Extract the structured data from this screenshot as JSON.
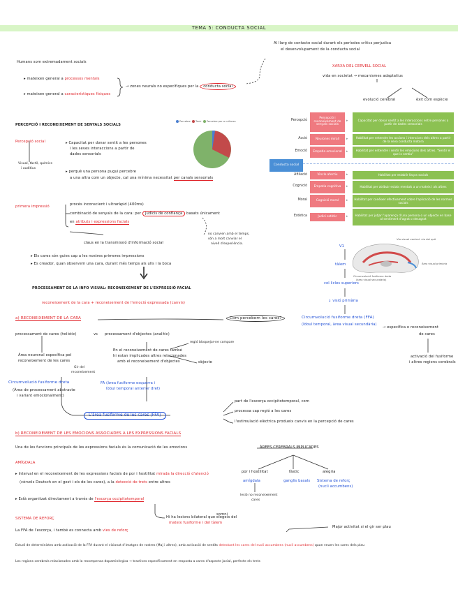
{
  "title": "TEMA 5: CONDUCTA SOCIAL",
  "top": {
    "humans": "Humans som extremadament socials",
    "b1_pre": "▸ mateixen general a",
    "b1_red": "processos mentals",
    "b2_pre": "▸ mateixen general a",
    "b2_red": "característiques físiques",
    "arrow_text": "→ zones neurals no específiques per la",
    "circled": "conducta social",
    "right1": "Al llarg de contacte social durant els períodes crítics perjudica",
    "right2": "el desenvolupament de la conducta social",
    "cervell": "XARXA DEL CERVELL SOCIAL",
    "vida": "vida en societat → mecanismes adaptatius",
    "evol": "evolució cerebral",
    "exit": "èxit com espècie"
  },
  "percep": {
    "heading": "PERCEPCIÓ I RECONEIXEMENT DE SENYALS SOCIALS",
    "label": "Percepció social",
    "p1": "▸ Capacitat per donar sentit a les persones",
    "p2": "i les seves interaccions a partir de",
    "p3": "dades sensorials",
    "p4": "▸ perquè una persona pugui percebre",
    "p5": "a una altra com un objecte, cal una mínima necessitat",
    "p5u": "per canals sensorials",
    "vis": "Visual, tàctil, químics",
    "vis2": "i auditius"
  },
  "pie": {
    "legend": [
      "Percebre",
      "Tenir",
      "Percebre per a cultures"
    ],
    "colors": [
      "#4a7fd0",
      "#c24a4a",
      "#7fb26a"
    ]
  },
  "table": {
    "rows": [
      {
        "label": "Percepció",
        "mid": "Percepció i reconeixement de senyals socials",
        "desc": "Capacitat per donar sentit a les interaccions entre persones a partir de dades sensorials"
      },
      {
        "label": "Acció",
        "mid": "Neurones mirall",
        "desc": "Habilitat per entendre les accions i intencions dels altres a partir de la seva conducta motora"
      },
      {
        "label": "Emoció",
        "mid": "Empatia emocional",
        "desc": "Habilitat per entendre i sentir les emocions dels altres. \"Sentir el que ix sentiu\""
      },
      {
        "label": "Afiliació",
        "mid": "Vincle afectiu",
        "desc": "Habilitat per establir llaços socials"
      },
      {
        "label": "Cognició",
        "mid": "Empatia cognitiva",
        "desc": "Habilitat per atribuir estats mentals a un mateix i als altres"
      },
      {
        "label": "Moral",
        "mid": "Cognició moral",
        "desc": "Habilitat per conèixer efectivament sobre l'aplicació de les normes socials"
      },
      {
        "label": "Estètica",
        "mid": "Judici estètic",
        "desc": "Habilitat per jutjar l'aparença d'una persona o un objecte en base al sentiment d'agrat o desagrat"
      }
    ],
    "center": "Conducta social"
  },
  "rostre": {
    "label": "primera impressió",
    "r1": "procés inconscient i ultraràpid (400ms)",
    "r2": "combinació de senyals de la cara: per",
    "r2box": "judicis de confiança",
    "r2b": "basats únicament",
    "r3": "en",
    "r3u": "atributs i expressions facials",
    "note1": "no canvien amb el temps,",
    "note2": "són a molt canviar el",
    "note3": "nivell d'experiència.",
    "claus": "claus en la transmissió d'informació social",
    "c1": "▸ Els cares són guies cap a les nostres primeres impressions",
    "c2": "▸ Es creador, quan observem una cara, durant més temps als ulls i la boca"
  },
  "proc": {
    "heading": "PROCESSAMENT DE LA INFO VISUAL: RECONEIXEMENT DE L'EXPRESSIÓ FACIAL",
    "sub": "reconeixement de la cara + reconeixement de l'emoció expressada (canvis)",
    "a": "a) RECONEIXEMENT DE LA CARA",
    "q": "Com percebem les cares?",
    "h1": "processament de cares (holístic)",
    "vs": "vs",
    "h2": "processament d'objectes (analític)",
    "g1": "Àrea neuronal específica pel",
    "g2": "reconeixement de les cares",
    "g3": "En el reconeixement de cares també",
    "g4": "hi estan implicades altres relacionades",
    "g5": "amb el reconeixement d'objectes",
    "side1": "regió bloquejar-ne compare",
    "objecte": "objecte",
    "gir": "Gir del",
    "girb": "reconeixement",
    "fus": "Circumvolució fusiforme dreta",
    "fus2": "(Àrea de processament abstracte",
    "fus3": "i variant emocionalment)",
    "ffa2": "FA (àrea fusiforme esquerra i",
    "ffa3": "lòbul temporal anterior dret)",
    "ffa": "L'àrea fusiforme de les cares (FFA)",
    "f1": "part de l'escorça occipitotemporal, com",
    "f2": "processa cap regió a les cares",
    "f3": "l'estimulació elèctrica produeix canvis en la percepció de cares"
  },
  "brain": {
    "caption1": "Via visual ventral: via del què",
    "caption2": "Àrea visual primària",
    "caption3": "Circumvolució fusiforme dreta",
    "caption4": "(àrea visual secundària)",
    "v1": "V1",
    "talem": "tàlem",
    "coll": "col·licles superiors",
    "via": "↓ visió primària",
    "cfd": "Circumvolució fusiforme dreta (FFA)",
    "lobul": "(lòbul temporal, àrea visual secundària)",
    "esp": "→ específica o reconeixement",
    "esp2": "de cares",
    "act": "activació del fusiforme",
    "act2": "i altres regions cerebrals"
  },
  "emo": {
    "b": "b) RECONEIXEMENT DE LES EMOCIONS ASSOCIADES A LES EXPRESSIONS FACIALS",
    "l1": "Una de les funcions principals de les expressions facials és la comunicació de les emocions",
    "areas": "ÀREES CEREBRALS IMPLICADES",
    "por": "por i hostilitat",
    "fastic": "fàstic",
    "alegria": "alegria",
    "amig": "amígdala",
    "ins": "ganglis basals",
    "rec": "Sistema de reforç",
    "rec2": "(nucli accumbens)",
    "lesio": "lesió no reconeixement",
    "lesio2": "cares",
    "amigdala": "AMÍGDALA",
    "am1": "▸ Interval en el reconeixement de les expressions facials de por i hostilitat",
    "am1r": "mirada la direcció d'atenció",
    "am2": "(cèrvols Deutsch en el gest i els de les cares), a la",
    "am2r": "detecció de trets",
    "am2b": "entre altres",
    "am3": "▸ Està organitzat directament a través de",
    "am3b": "l'escorça occipitotemporal",
    "am4": "Hi ha lesions bilateral que elegeix del",
    "am5": "mateix fusiforme i del tàlem",
    "reforc": "SISTEMA DE REFORÇ",
    "s1": "La FFA de l'escorça, i també es connecta amb",
    "s1r": "vies de reforç",
    "s1n": "somni",
    "s1b": "Major activitat si el gir ser plau",
    "s2": "Estudi de deterministes amb activació de la FFA durant el visionat d'imatges de rostres (Maj i altres), amb activació de sentits",
    "s2r": "detectant les cares del nucli accumbens",
    "s2c": "(nucli accumbens)",
    "s2d": "quan veuen les cares dels plau",
    "s3": "Les regions cerebrals relacionades amb la recompensa dopaminèrgica → tractives específicament en resposta a cares d'aspecte jovial, perfecte els trets"
  }
}
